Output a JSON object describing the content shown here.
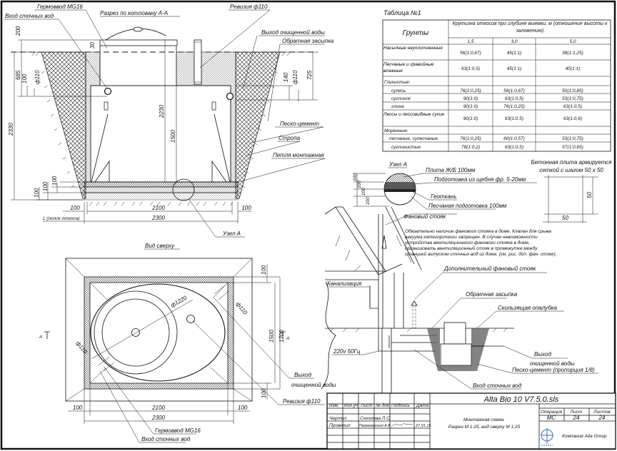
{
  "section": {
    "title": "Разрез по котловану А-А",
    "hermo": "Гермоввод MG16",
    "inlet": "Вход сточных вод",
    "revision": "Ревизия ф110",
    "outlet": "Выход очищенной воды",
    "backfill": "Обратная засыпка",
    "sand_cement": "Песко-цемент",
    "sling": "Стропа",
    "loop": "Петля монтажная",
    "node": "Узел А",
    "slope": "L (полок откоса)",
    "dims": {
      "d200": "200",
      "d30": "30",
      "d685": "685",
      "d100a": "100",
      "dpipe_l": "ф110",
      "d2330": "2330",
      "d2230": "2230",
      "d1500": "1500",
      "d100b": "100",
      "d100c": "100",
      "d100d": "100",
      "d2100": "2100",
      "d2300": "2300",
      "d100l": "100",
      "d100r": "100",
      "d140": "140",
      "dpipe_r": "ф110",
      "d725": "725"
    }
  },
  "top_view": {
    "title": "Вид сверху",
    "d1220": "ф1220",
    "d110a": "ф110",
    "d110b": "ф110",
    "d100t": "100",
    "d1500": "1500",
    "d1700": "1700",
    "d100b": "100",
    "d100l": "100",
    "d2100": "2100",
    "d100r": "100",
    "d2300": "2300",
    "hermo": "Гермоввод MG16",
    "inlet": "Вход сточных вод",
    "outlet1": "Выход",
    "outlet2": "очищенной воды",
    "revision": "Ревизия ф110",
    "mark_left": "A",
    "mark_right": "A"
  },
  "table": {
    "title": "Таблица №1",
    "col_soil": "Грунты",
    "col_slope": "Крутизна откосов при глубине выемки, м (отношение высоты к заложению)",
    "depths": [
      "1,5",
      "3,0",
      "5,0"
    ],
    "rows": [
      {
        "soil": "Насыпные неуплотненные",
        "v": [
          "56(1:0,67)",
          "45(1:1)",
          "38(1:1,25)"
        ]
      },
      {
        "soil": "Песчаные и гравийные влажные",
        "v": [
          "63(1:0,5)",
          "45(1:1)",
          "45(1:1)"
        ]
      },
      {
        "soil": "Глинистые:",
        "v": [
          "",
          "",
          ""
        ]
      },
      {
        "soil": "супесь",
        "v": [
          "76(1:0,25)",
          "56(1:0,67)",
          "50(1:0,85)"
        ]
      },
      {
        "soil": "суглинок",
        "v": [
          "90(1:0)",
          "63(1:0,5)",
          "53(1:0,75)"
        ]
      },
      {
        "soil": "глина",
        "v": [
          "90(1:0)",
          "76(1:0,25)",
          "63(1:0,5)"
        ]
      },
      {
        "soil": "Лессы и лессовидные сухие",
        "v": [
          "90(1:0)",
          "63(1:0,5)",
          "63(1:0,6)"
        ]
      },
      {
        "soil": "Моренные:",
        "v": [
          "",
          "",
          ""
        ]
      },
      {
        "soil": "песчаные, супесчаные",
        "v": [
          "76(1:0,25)",
          "60(1:0,57)",
          "53(1:0,75)"
        ]
      },
      {
        "soil": "суглинистые",
        "v": [
          "78(1:0,2)",
          "63(1:0,5)",
          "57(1:0,65)"
        ]
      }
    ]
  },
  "node_a": {
    "title": "Узел А",
    "slab": "Плита Ж/Б 100мм",
    "gravel": "Подготовка из щебня фр. 5-20мм",
    "geotextile": "Геоткань",
    "sand": "Песчаная подготовка 100мм",
    "dims": [
      "100",
      "100",
      "100",
      "100"
    ]
  },
  "mesh": {
    "line1": "Бетонная плита армируется",
    "line2": "сеткой с шагом 50 х 50",
    "dim_v": "50",
    "dim_h": "50"
  },
  "install": {
    "vent": "Фановый стояк",
    "note": [
      "Обязательно наличие фанового стояка в доме. Клапан для срыва",
      "вакуума категорически запрещен. В случае невозможности",
      "устройства вентиляционного фанового стояка в доме,",
      "организовать вентиляционный стояк в промежутке между",
      "станцией выпуском сточных вод из дома. (см. рис. доп. фан. стояк)."
    ],
    "extra_vent": "Дополнительный фановый стояк",
    "sewer": "Канализация",
    "backfill": "Обратная засыпка",
    "formwork": "Скользящая опалубка",
    "power": "220v 50Гц",
    "outlet1": "Выход",
    "outlet2": "очищенной воды",
    "sand_cement": "Песко-цемент (пропорция 1/8)",
    "inlet": "Вход сточных вод"
  },
  "title_block": {
    "headers": [
      "Изм.",
      "Кол.уч",
      "Лист",
      "№ док",
      "Подпись",
      "Дата"
    ],
    "drawn_label": "Чертил",
    "drawn_name": "Соколова Л.С.",
    "checked_label": "Проверил",
    "checked_name": "Первомайский А.А.",
    "date": "27.01.15",
    "file": "Alta Bio 10 V7.5.0.sls",
    "desc1": "Монтажная схема.",
    "desc2": "Разрез М 1:25, вид сверху М 1:25",
    "op_label": "Операция",
    "sheet_label": "Лист",
    "sheets_label": "Листов",
    "op": "МС",
    "sheet": "24",
    "sheets": "24",
    "company": "Компания Alta Group"
  }
}
